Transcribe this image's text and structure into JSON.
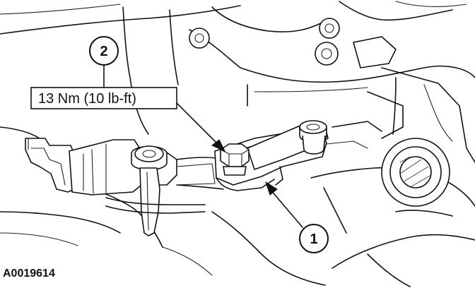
{
  "callouts": [
    {
      "number": "2"
    },
    {
      "number": "1"
    }
  ],
  "torque_label": "13 Nm (10 lb-ft)",
  "figure_id": "A0019614"
}
